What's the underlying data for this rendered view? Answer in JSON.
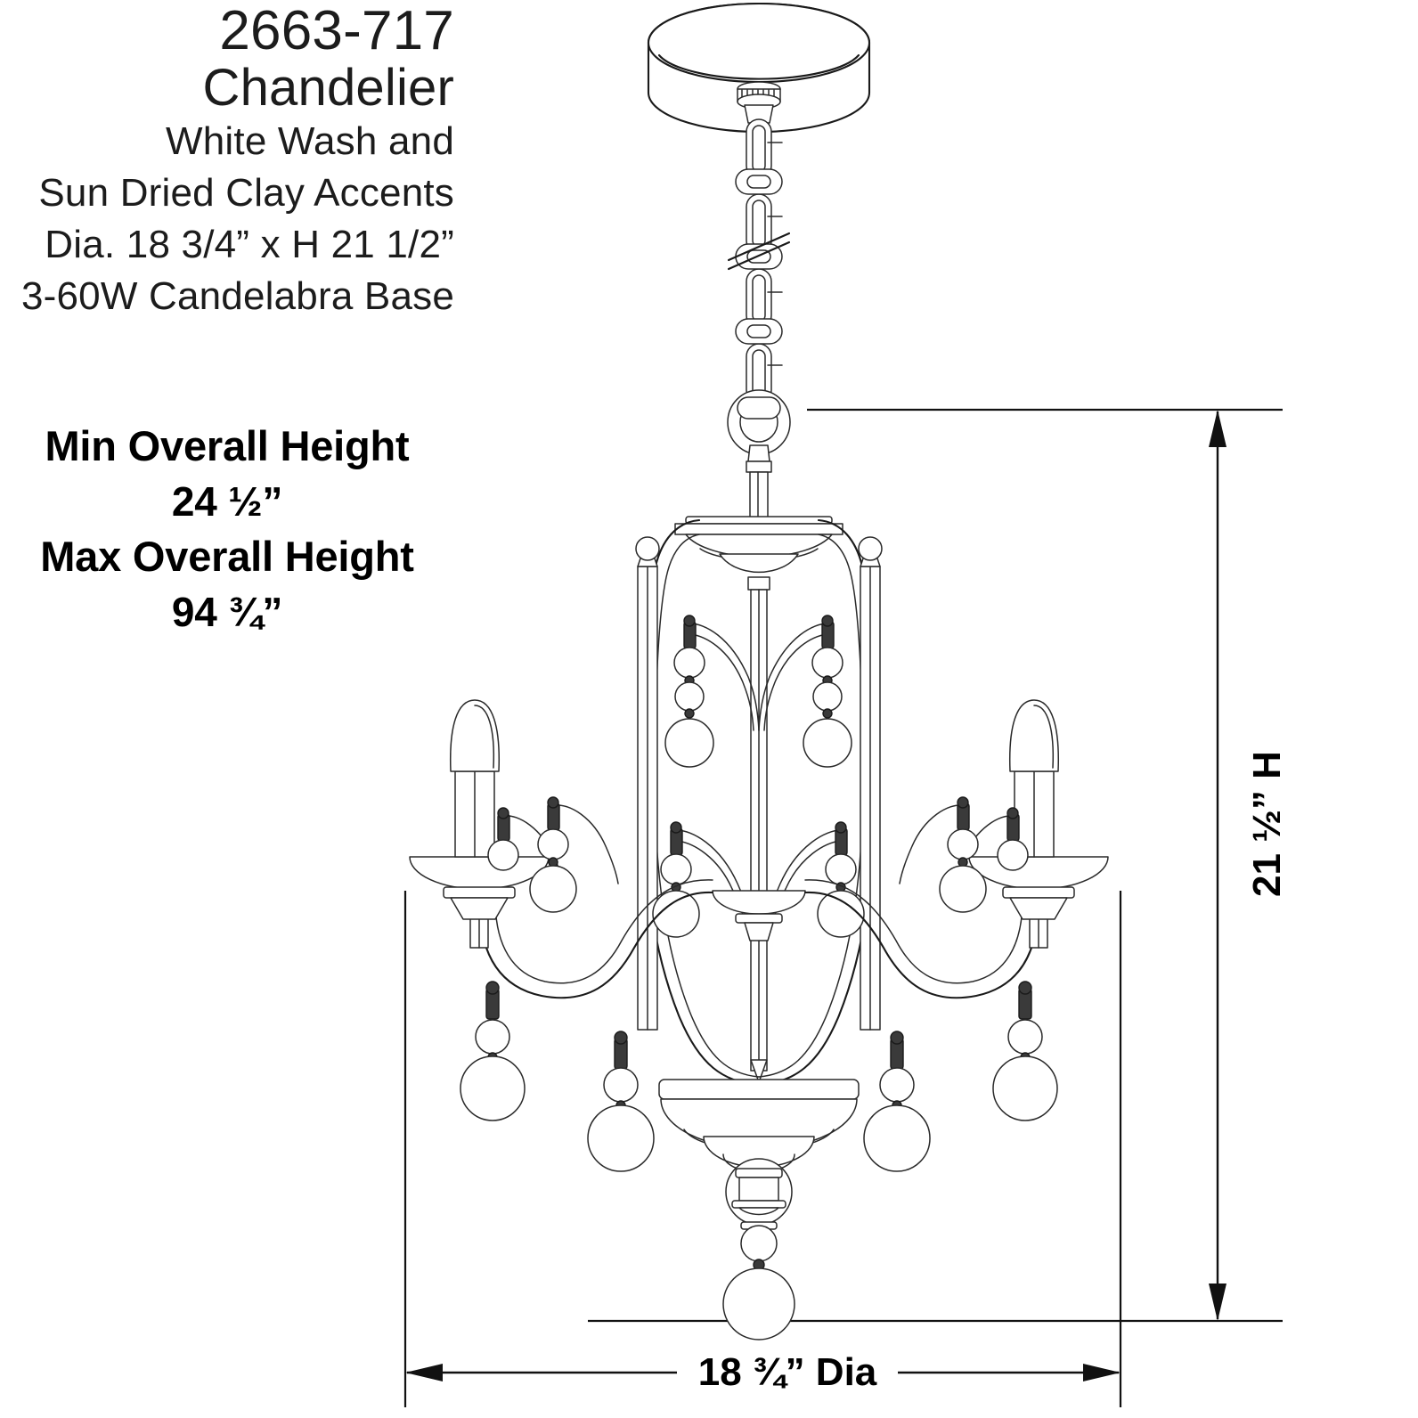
{
  "sheet": {
    "background_color": "#ffffff",
    "line_color": "#1a1a1a"
  },
  "spec_header": {
    "model_number": "2663-717",
    "product_type": "Chandelier",
    "finish_line_1": "White Wash and",
    "finish_line_2": "Sun Dried Clay Accents",
    "dimensions": "Dia. 18 3/4” x H 21 1/2”",
    "lamping": "3-60W Candelabra Base"
  },
  "height_notes": {
    "min_label": "Min Overall Height",
    "min_value": "24 ½”",
    "max_label": "Max Overall Height",
    "max_value": "94 ¾”"
  },
  "dimensions": {
    "height_label": "21 ½” H",
    "diameter_label": "18 ¾” Dia"
  },
  "drawing": {
    "title": "chandelier-line-drawing",
    "parts": [
      "ceiling-canopy",
      "knurled-collar",
      "hanging-chain",
      "chain-break-symbol",
      "chain-loop-ring",
      "center-stem",
      "upper-body-cap",
      "body-frame",
      "candle-arm-left",
      "candle-arm-right",
      "candle-sleeve",
      "flame-tip-bulb",
      "bobeche-cup",
      "bead-drop",
      "bottom-bowl",
      "bottom-finial",
      "finial-ball-drop"
    ]
  }
}
